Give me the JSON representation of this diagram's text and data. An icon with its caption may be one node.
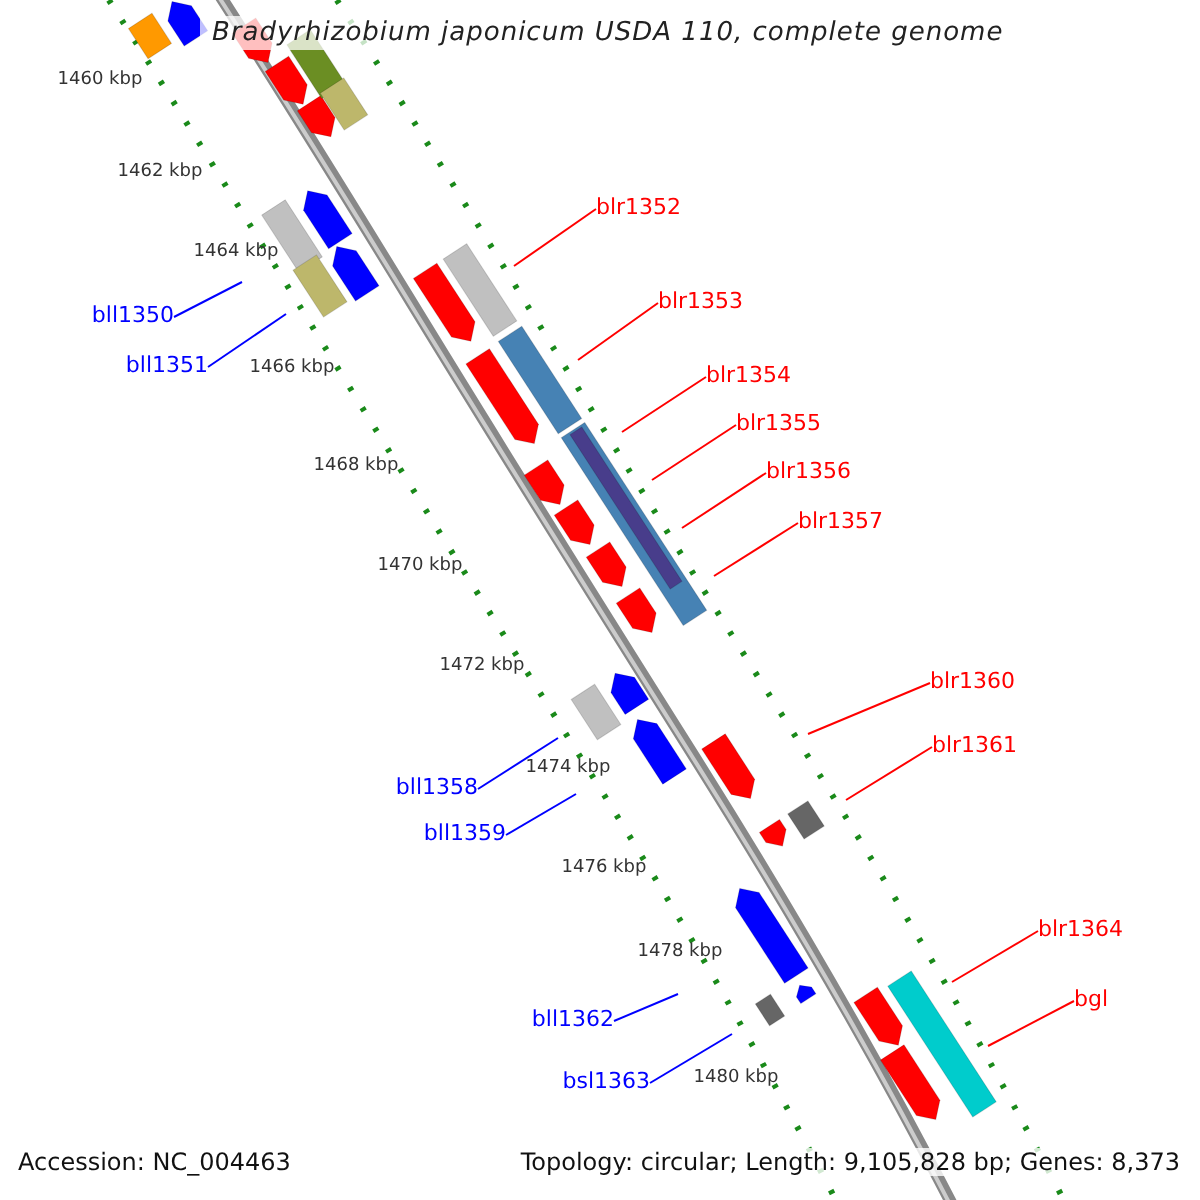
{
  "diagram": {
    "title": "Bradyrhizobium japonicum USDA 110, complete genome",
    "nodes": [
      {
        "text": [
          "bll1350"
        ]
      },
      {
        "text": [
          "bll1351"
        ]
      },
      {
        "text": [
          "blr1352"
        ]
      },
      {
        "text": [
          "blr1353"
        ]
      },
      {
        "text": [
          "blr1354"
        ]
      },
      {
        "text": [
          "blr1355"
        ]
      },
      {
        "text": [
          "blr1356"
        ]
      },
      {
        "text": [
          "blr1357"
        ]
      },
      {
        "text": [
          "bll1358"
        ]
      },
      {
        "text": [
          "bll1359"
        ]
      },
      {
        "text": [
          "blr1360"
        ]
      },
      {
        "text": [
          "blr1361"
        ]
      },
      {
        "text": [
          "bll1362"
        ]
      },
      {
        "text": [
          "bsl1363"
        ]
      },
      {
        "text": [
          "blr1364"
        ]
      },
      {
        "text": [
          "bgl"
        ]
      }
    ],
    "edges": [
      {
        "from": 0,
        "to": null,
        "arrow": "none",
        "color": "#0000ff"
      },
      {
        "from": 1,
        "to": null,
        "arrow": "none",
        "color": "#0000ff"
      },
      {
        "from": 2,
        "to": null,
        "arrow": "none"
      },
      {
        "from": 3,
        "to": null,
        "arrow": "none"
      },
      {
        "from": 4,
        "to": null,
        "arrow": "none"
      },
      {
        "from": 5,
        "to": null,
        "arrow": "none"
      },
      {
        "from": 6,
        "to": null,
        "arrow": "none"
      },
      {
        "from": 7,
        "to": null,
        "arrow": "none"
      },
      {
        "from": 8,
        "to": null,
        "arrow": "none",
        "color": "#0000ff"
      },
      {
        "from": 9,
        "to": null,
        "arrow": "none",
        "color": "#0000ff"
      },
      {
        "from": 10,
        "to": null,
        "arrow": "none"
      },
      {
        "from": 11,
        "to": null,
        "arrow": "none"
      },
      {
        "from": 12,
        "to": null,
        "arrow": "none",
        "color": "#0000ff"
      },
      {
        "from": 13,
        "to": null,
        "arrow": "none",
        "color": "#0000ff"
      },
      {
        "from": 14,
        "to": null,
        "arrow": "none"
      },
      {
        "from": 15,
        "to": null,
        "arrow": "none"
      }
    ],
    "labels": [
      "1460 kbp",
      "1462 kbp",
      "1464 kbp",
      "1466 kbp",
      "1468 kbp",
      "1470 kbp",
      "1472 kbp",
      "1474 kbp",
      "1476 kbp",
      "1478 kbp",
      "1480 kbp",
      "Accession: NC_004463",
      "Topology: circular; Length: 9,105,828 bp; Genes: 8,373"
    ]
  }
}
